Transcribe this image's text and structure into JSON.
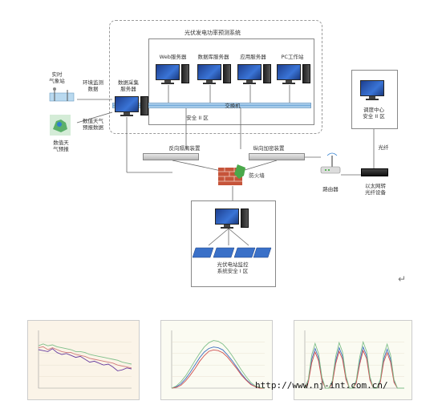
{
  "system_title": "光伏发电功率预测系统",
  "servers": [
    {
      "label": "Web服务器"
    },
    {
      "label": "数据库服务器"
    },
    {
      "label": "应用服务器"
    },
    {
      "label": "PC工作站"
    }
  ],
  "switch_label": "交换机",
  "safety_zone_2": "安全 II 区",
  "data_server": "数据采集\n服务器",
  "weather_station": "实时\n气象站",
  "env_monitor": "环境监测\n数据",
  "nwp_label": "数值天气\n预报数据",
  "nwp_server": "数值天\n气预报",
  "forward_isolation": "反向隔离装置",
  "reverse_isolation": "纵向加密装置",
  "firewall": "防火墙",
  "router": "路由器",
  "dispatch_center": "调度中心\n安全 II 区",
  "fiber": "光纤",
  "ethernet": "以太网转\n光纤设备",
  "monitor_zone": "光伏电站监控\n系统安全 I 区",
  "watermark": "http://www.nj-int.com.cn/",
  "chart_data": [
    {
      "type": "line",
      "title": "",
      "x": [
        0,
        1,
        2,
        3,
        4,
        5,
        6,
        7,
        8,
        9,
        10,
        11,
        12,
        13,
        14,
        15,
        16,
        17,
        18,
        19,
        20
      ],
      "series": [
        {
          "values": [
            60,
            59,
            58,
            61,
            57,
            55,
            56,
            54,
            52,
            53,
            50,
            47,
            48,
            46,
            44,
            45,
            42,
            38,
            39,
            41,
            40
          ],
          "color": "#6a3fa0"
        },
        {
          "values": [
            62,
            63,
            60,
            62,
            60,
            58,
            57,
            57,
            55,
            54,
            53,
            51,
            50,
            49,
            48,
            47,
            46,
            44,
            43,
            42,
            41
          ],
          "color": "#d07a7a"
        },
        {
          "values": [
            64,
            66,
            64,
            65,
            63,
            62,
            61,
            60,
            58,
            58,
            57,
            55,
            54,
            53,
            52,
            51,
            50,
            49,
            47,
            46,
            45
          ],
          "color": "#7fbf8a"
        }
      ],
      "ylim": [
        20,
        80
      ]
    },
    {
      "type": "line",
      "title": "",
      "x": [
        0,
        1,
        2,
        3,
        4,
        5,
        6,
        7,
        8,
        9,
        10,
        11,
        12,
        13,
        14,
        15,
        16,
        17,
        18,
        19,
        20
      ],
      "series": [
        {
          "values": [
            0,
            2,
            6,
            13,
            22,
            32,
            42,
            50,
            55,
            57,
            56,
            53,
            46,
            38,
            29,
            20,
            12,
            6,
            2,
            0,
            0
          ],
          "color": "#3f6fbf"
        },
        {
          "values": [
            0,
            1,
            4,
            10,
            18,
            27,
            37,
            45,
            51,
            53,
            52,
            49,
            43,
            35,
            27,
            18,
            11,
            5,
            2,
            0,
            0
          ],
          "color": "#d05050"
        },
        {
          "values": [
            0,
            3,
            9,
            17,
            27,
            38,
            48,
            57,
            63,
            66,
            65,
            61,
            54,
            45,
            35,
            25,
            16,
            8,
            3,
            1,
            0
          ],
          "color": "#7fbf8a"
        }
      ],
      "ylim": [
        0,
        80
      ]
    },
    {
      "type": "line",
      "title": "",
      "x": [
        0,
        1,
        2,
        3,
        4,
        5,
        6,
        7,
        8,
        9,
        10,
        11,
        12,
        13,
        14,
        15,
        16,
        17,
        18,
        19,
        20,
        21,
        22,
        23,
        24,
        25,
        26,
        27,
        28,
        29
      ],
      "series": [
        {
          "values": [
            0,
            10,
            40,
            55,
            42,
            12,
            0,
            0,
            8,
            38,
            56,
            44,
            14,
            0,
            0,
            9,
            37,
            57,
            45,
            13,
            0,
            0,
            10,
            40,
            54,
            40,
            10,
            0,
            0,
            0
          ],
          "color": "#3f6fbf"
        },
        {
          "values": [
            0,
            8,
            35,
            50,
            38,
            10,
            0,
            0,
            6,
            34,
            51,
            40,
            12,
            0,
            0,
            7,
            33,
            52,
            41,
            11,
            0,
            0,
            8,
            36,
            49,
            36,
            8,
            0,
            0,
            0
          ],
          "color": "#d05050"
        },
        {
          "values": [
            0,
            12,
            46,
            62,
            48,
            15,
            0,
            0,
            10,
            44,
            63,
            50,
            17,
            0,
            0,
            11,
            43,
            64,
            51,
            16,
            0,
            0,
            12,
            46,
            61,
            46,
            12,
            0,
            0,
            0
          ],
          "color": "#7fbf8a"
        }
      ],
      "ylim": [
        0,
        80
      ]
    }
  ]
}
